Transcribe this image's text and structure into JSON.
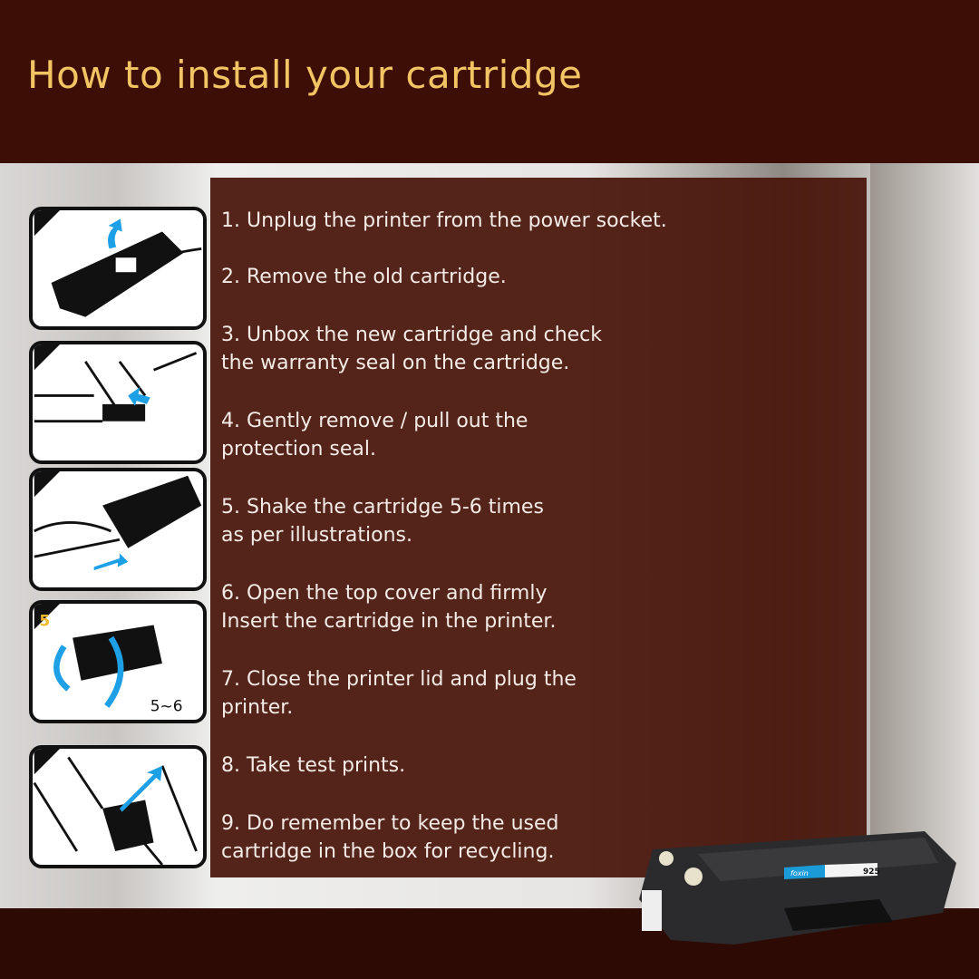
{
  "header": {
    "title": "How to install your cartridge"
  },
  "steps": [
    "1. Unplug the printer from the power socket.",
    "2. Remove the old cartridge.",
    "3. Unbox the new cartridge and check\n    the warranty seal on the cartridge.",
    "4. Gently remove / pull out the\n    protection seal.",
    "5. Shake the cartridge 5-6 times\n    as per illustrations.",
    "6. Open the top cover and firmly\n    Insert the cartridge in the printer.",
    "7. Close the printer lid and plug the\n    printer.",
    "8. Take test prints.",
    "9. Do remember to keep the used\n    cartridge in the box for recycling."
  ],
  "illustrations": {
    "shake_step_number": "5",
    "shake_count": "5~6"
  },
  "product": {
    "brand": "foxin",
    "model": "925"
  },
  "colors": {
    "header": "#3c0e05",
    "title": "#f2c463",
    "panel": "#48140a",
    "arrow": "#1ea0e6"
  }
}
